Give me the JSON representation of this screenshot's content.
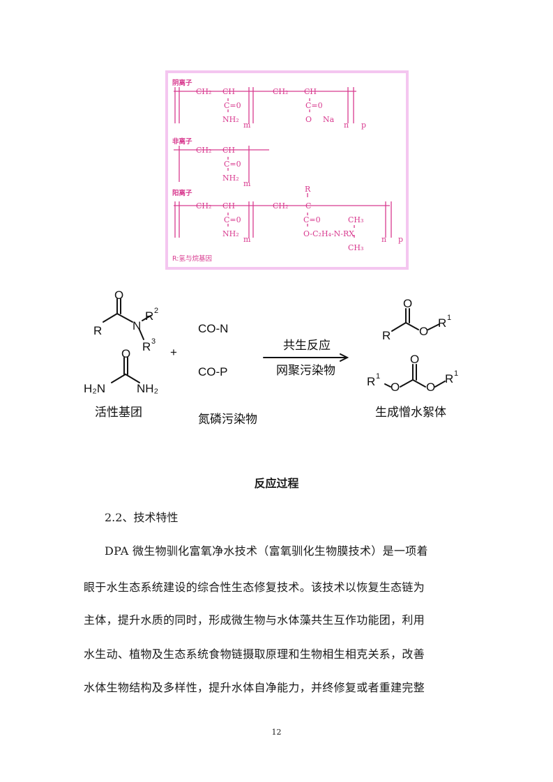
{
  "figure1": {
    "labels": {
      "anionic": "阴离子",
      "nonionic": "非离子",
      "cationic": "阳离子",
      "note": "R:氢与烷基因"
    },
    "chem": {
      "ch2": "CH₂",
      "ch": "CH",
      "co": "C=0",
      "nh2": "NH₂",
      "m": "m",
      "n": "n",
      "p": "p",
      "ona": "O",
      "na": "Na",
      "r": "R",
      "c": "C",
      "ester": "O-C₂H₄-N-RX",
      "ch3": "CH₃"
    }
  },
  "figure2": {
    "reactant_r": "R",
    "reactant_n": "N",
    "reactant_r2": "R",
    "sup2": "2",
    "sup3": "3",
    "urea_left": "H₂N",
    "urea_right": "NH₂",
    "plus": "+",
    "co_n": "CO-N",
    "co_p": "CO-P",
    "arrow_top": "共生反应",
    "arrow_bottom": "网聚污染物",
    "o": "O",
    "r1": "R",
    "sup1": "1",
    "label_left": "活性基团",
    "label_mid": "氮磷污染物",
    "label_right": "生成憎水絮体"
  },
  "caption": "反应过程",
  "heading": "2.2、技术特性",
  "paragraph": [
    "DPA 微生物驯化富氧净水技术（富氧驯化生物膜技术）是一项着",
    "眼于水生态系统建设的综合性生态修复技术。该技术以恢复生态链为",
    "主体，提升水质的同时，形成微生物与水体藻共生互作功能团，利用",
    "水生动、植物及生态系统食物链摄取原理和生物相生相克关系，改善",
    "水体生物结构及多样性，提升水体自净能力，并终修复或者重建完整"
  ],
  "page_number": "12"
}
